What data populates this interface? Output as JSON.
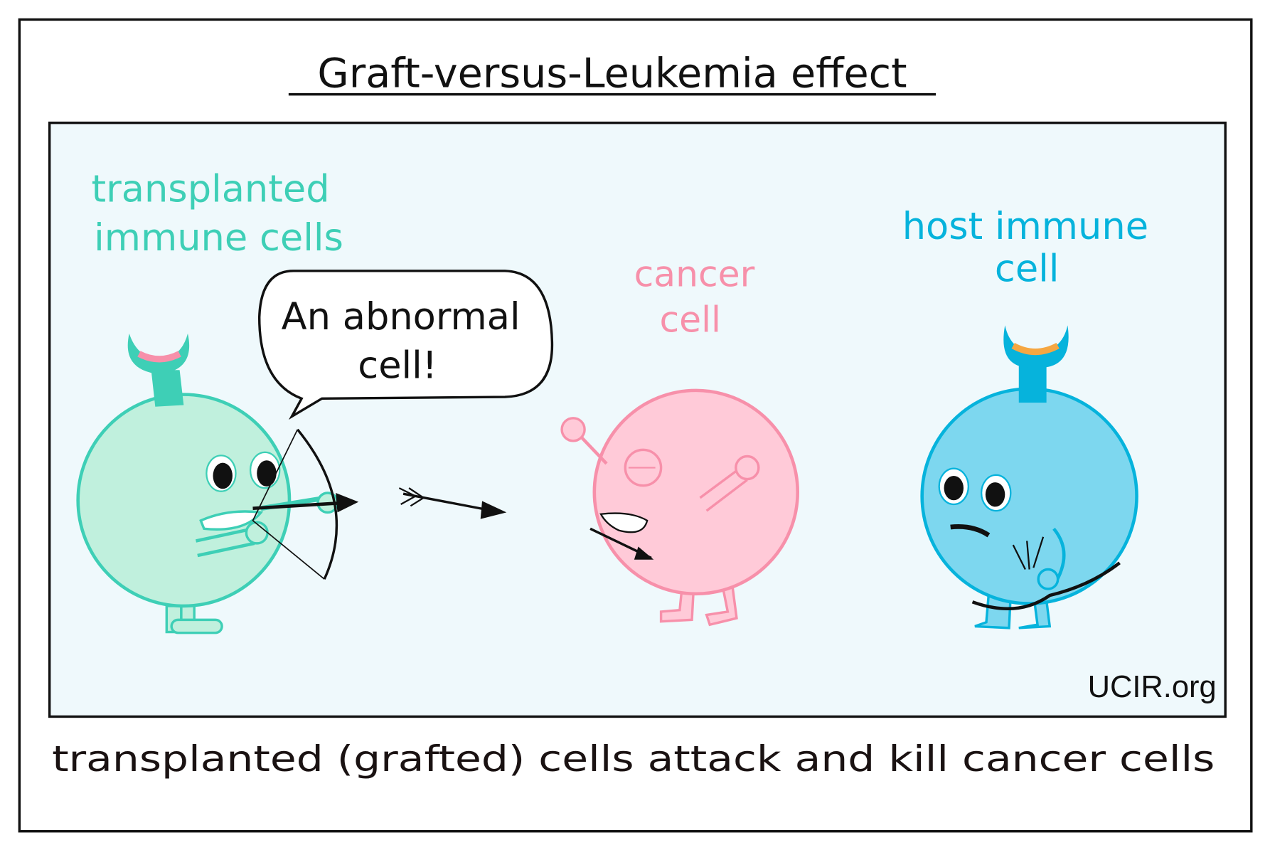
{
  "title": "Graft-versus-Leukemia effect",
  "labels": {
    "transplanted_line1": "transplanted",
    "transplanted_line2": "immune cells",
    "cancer_line1": "cancer",
    "cancer_line2": "cell",
    "host_line1": "host immune",
    "host_line2": "cell"
  },
  "speech": {
    "line1": "An abnormal",
    "line2": "cell!"
  },
  "watermark": "UCIR.org",
  "caption": "transplanted (grafted) cells attack and kill cancer cells",
  "colors": {
    "transplanted": "#3ecfb6",
    "transplanted_fill": "#c0f0dd",
    "cancer": "#f790aa",
    "cancer_fill": "#ffcad8",
    "host": "#06b3dc",
    "host_fill": "#7dd7ef",
    "panel": "#eff9fc"
  }
}
